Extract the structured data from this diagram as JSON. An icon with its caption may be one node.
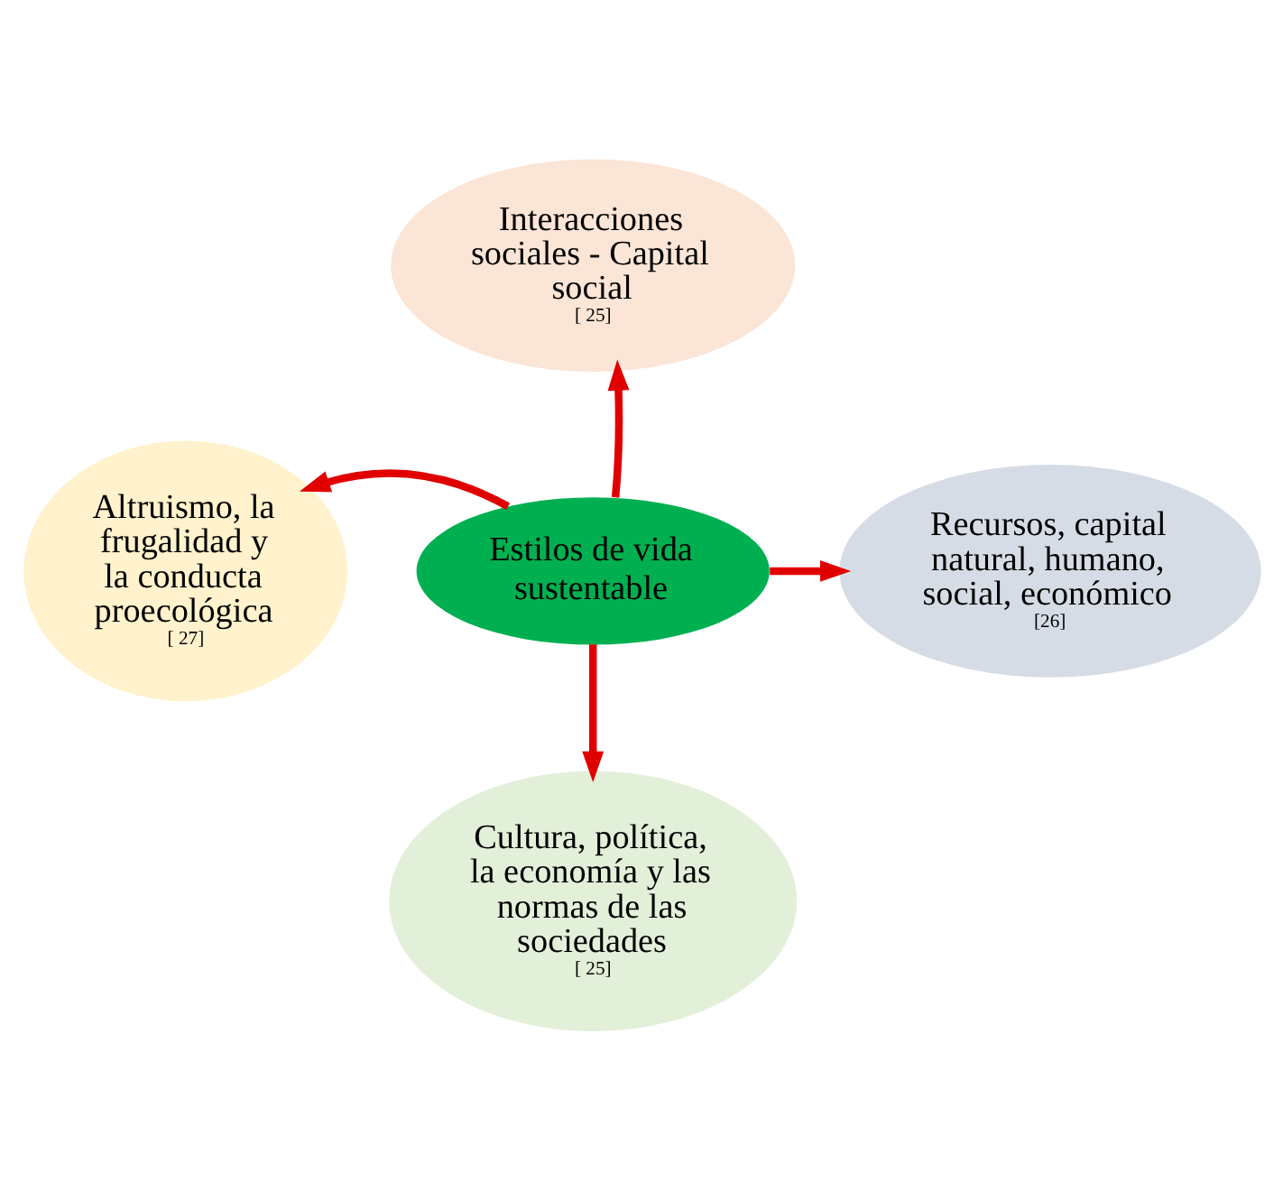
{
  "diagram": {
    "nodes": [
      {
        "text": [
          "Interacciones sociales - Capital social",
          "[ 25]"
        ]
      },
      {
        "text": [
          "Altruismo, la frugalidad y la conducta proecológica",
          "[ 27]"
        ]
      },
      {
        "text": [
          "Estilos de vida sustentable"
        ]
      },
      {
        "text": [
          "Recursos, capital natural, humano, social, económico",
          "[26]"
        ]
      },
      {
        "text": [
          "Cultura, política, la economía y las normas de las sociedades",
          "[ 25]"
        ]
      }
    ],
    "edges": [
      {
        "from": 2,
        "to": 0,
        "arrow": "to"
      },
      {
        "from": 2,
        "to": 1,
        "arrow": "to"
      },
      {
        "from": 2,
        "to": 3,
        "arrow": "to"
      },
      {
        "from": 2,
        "to": 4,
        "arrow": "to"
      }
    ]
  }
}
